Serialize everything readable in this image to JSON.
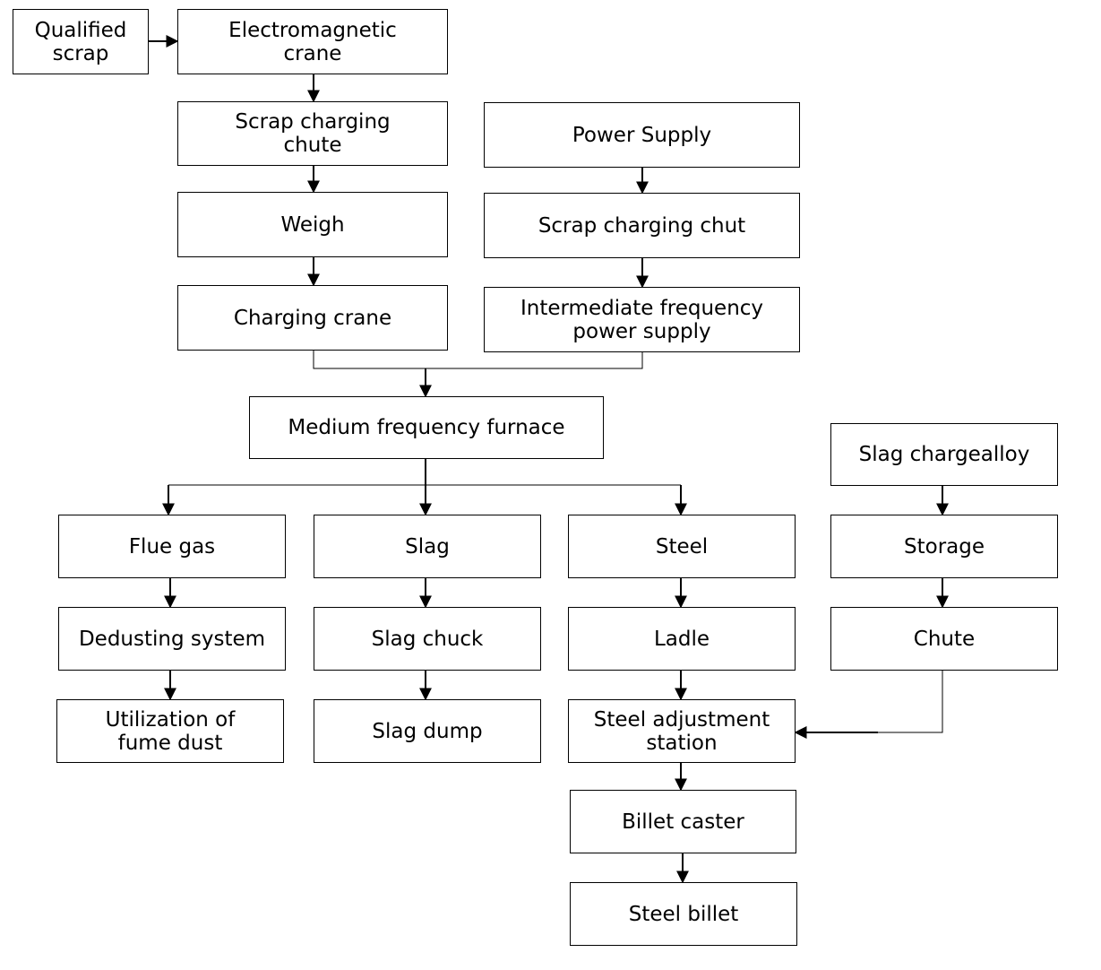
{
  "diagram": {
    "nodes": {
      "qualified_scrap": "Qualified\nscrap",
      "electromagnetic_crane": "Electromagnetic\ncrane",
      "scrap_charging_chute": "Scrap charging\nchute",
      "weigh": "Weigh",
      "charging_crane": "Charging crane",
      "power_supply": "Power Supply",
      "scrap_charging_chut": "Scrap charging chut",
      "intermediate_frequency_power_supply": "Intermediate frequency\npower supply",
      "medium_frequency_furnace": "Medium frequency furnace",
      "slag_chargealloy": "Slag chargealloy",
      "flue_gas": "Flue gas",
      "slag": "Slag",
      "steel": "Steel",
      "storage": "Storage",
      "dedusting_system": "Dedusting system",
      "slag_chuck": "Slag chuck",
      "ladle": "Ladle",
      "chute": "Chute",
      "utilization_of_fume_dust": "Utilization of\nfume dust",
      "slag_dump": "Slag dump",
      "steel_adjustment_station": "Steel adjustment\nstation",
      "billet_caster": "Billet caster",
      "steel_billet": "Steel billet"
    }
  }
}
